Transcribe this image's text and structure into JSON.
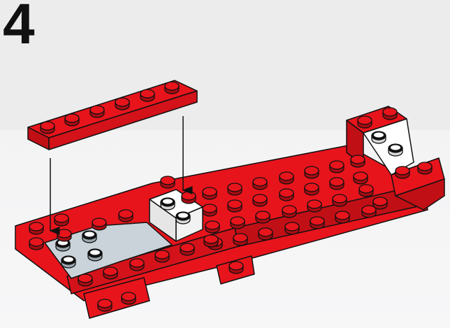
{
  "step": {
    "number": "4"
  },
  "colors": {
    "red": "#e8141c",
    "red_dark": "#b00d12",
    "white_brick": "#ffffff",
    "light_gray": "#c9d3d9",
    "outline": "#111111",
    "background": "#ececed"
  },
  "parts": [
    {
      "name": "red-plate-1x6",
      "role": "incoming"
    },
    {
      "name": "red-base-plate",
      "role": "existing"
    },
    {
      "name": "white-brick-1x2",
      "role": "existing"
    },
    {
      "name": "light-gray-tile",
      "role": "existing"
    },
    {
      "name": "red-wedge-nose",
      "role": "existing"
    }
  ]
}
